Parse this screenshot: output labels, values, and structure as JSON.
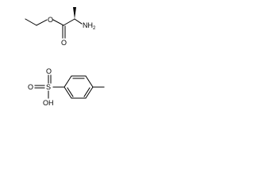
{
  "molecule_1": {
    "atoms": {
      "o_ether": "O",
      "o_carbonyl": "O",
      "nh2": "NH",
      "nh2_sub": "2"
    }
  },
  "molecule_2": {
    "atoms": {
      "s": "S",
      "o_top": "O",
      "o_bottom": "O",
      "oh": "OH"
    }
  },
  "colors": {
    "ink": "#000000",
    "background": "#ffffff"
  }
}
